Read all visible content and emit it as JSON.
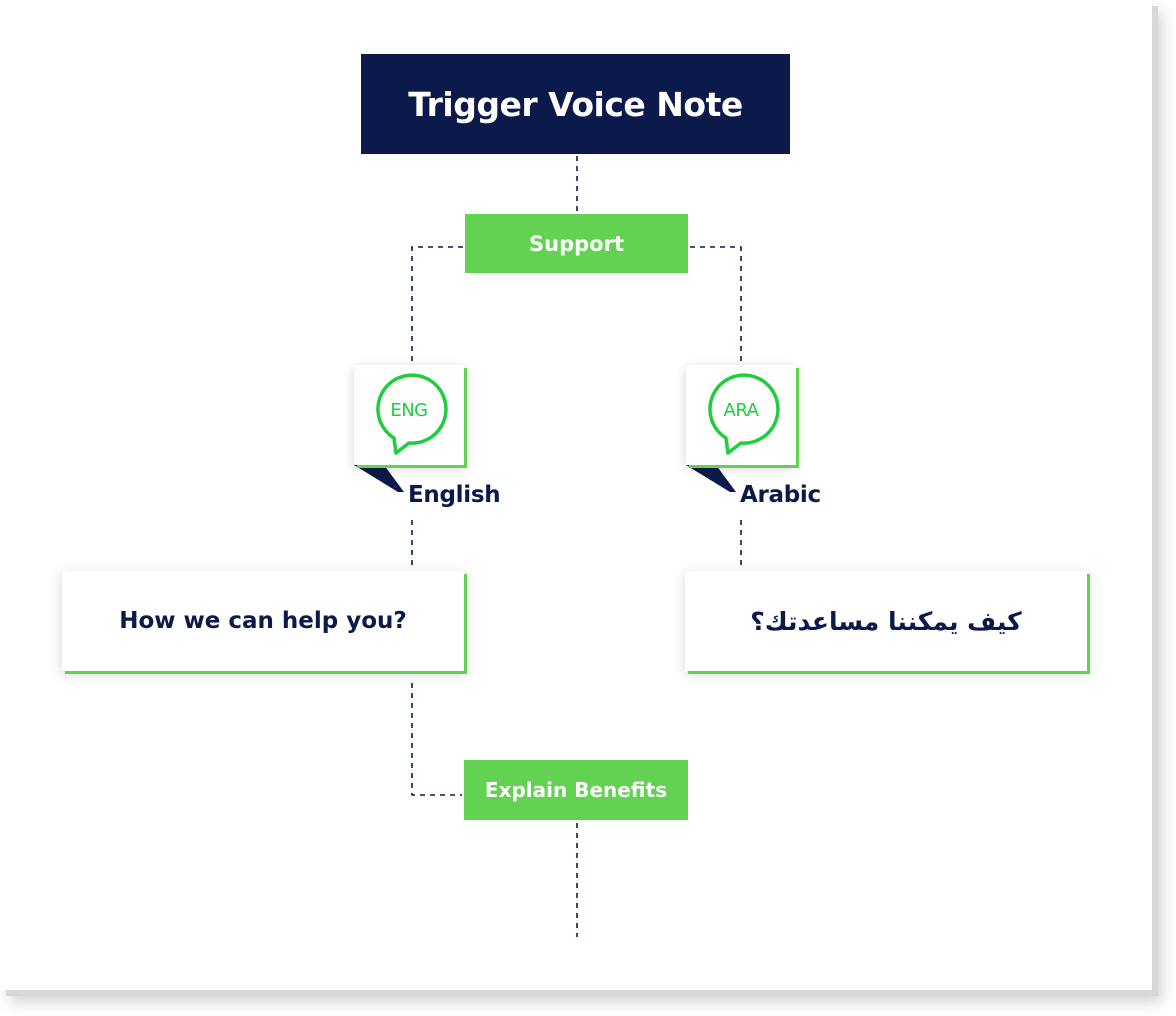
{
  "colors": {
    "navy": "#0c1a4b",
    "green": "#63d253",
    "bright_green": "#1fce3d",
    "white": "#ffffff"
  },
  "trigger": {
    "label": "Trigger Voice Note"
  },
  "support": {
    "label": "Support"
  },
  "english": {
    "badge": "ENG",
    "label": "English",
    "message": "How we can help you?",
    "icon": "speech-bubble-icon"
  },
  "arabic": {
    "badge": "ARA",
    "label": "Arabic",
    "message": "كيف يمكننا مساعدتك؟",
    "icon": "speech-bubble-icon"
  },
  "benefits": {
    "label": "Explain Benefits"
  }
}
